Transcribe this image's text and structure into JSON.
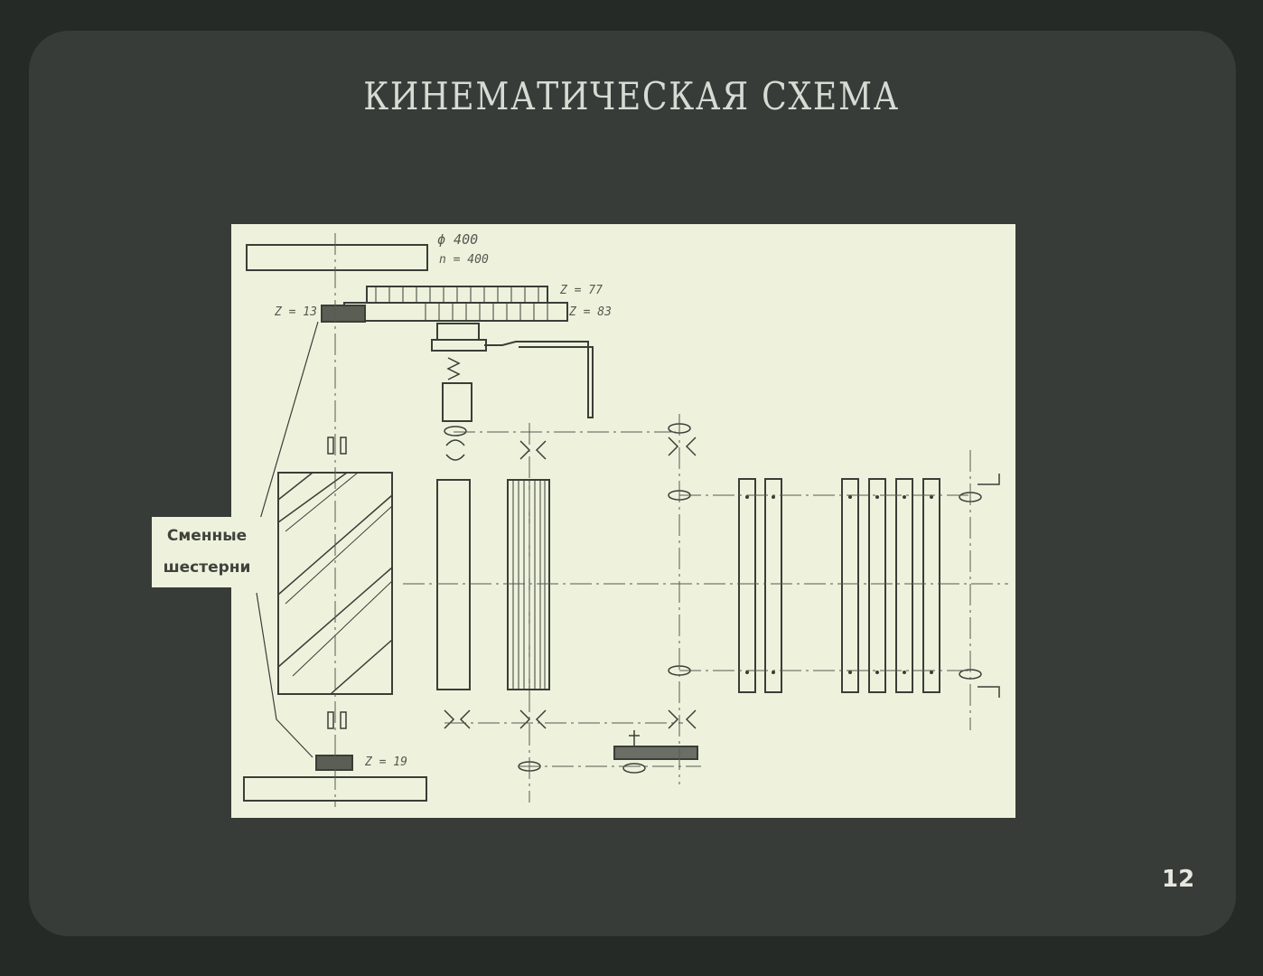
{
  "slide": {
    "title": "КИНЕМАТИЧЕСКАЯ СХЕМА",
    "page_number": "12"
  },
  "callout": {
    "line1": "Сменные",
    "line2": "шестерни"
  },
  "labels": {
    "diameter": "ϕ 400",
    "speed": "n = 400",
    "z77": "Z = 77",
    "z83": "Z = 83",
    "z13": "Z = 13",
    "z19": "Z = 19"
  },
  "colors": {
    "background": "#262a27",
    "slide": "#383c38",
    "paper": "#eef2dd",
    "ink": "#3a3e37"
  }
}
